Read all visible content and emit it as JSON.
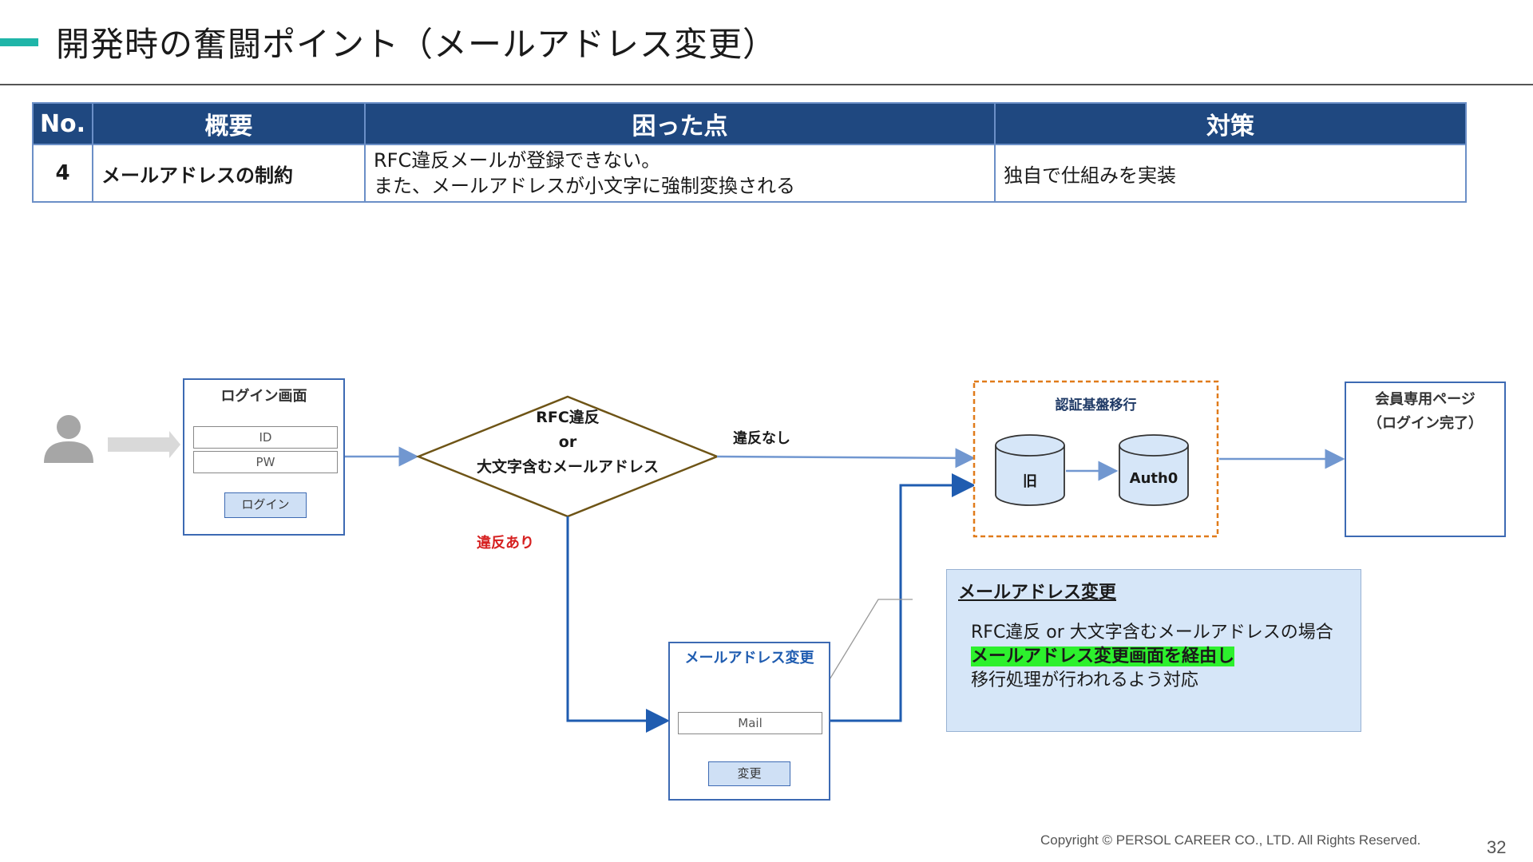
{
  "header": {
    "title": "開発時の奮闘ポイント（メールアドレス変更）"
  },
  "table": {
    "headers": [
      "No.",
      "概要",
      "困った点",
      "対策"
    ],
    "row": {
      "no": "4",
      "summary": "メールアドレスの制約",
      "issue": "RFC違反メールが登録できない。\nまた、メールアドレスが小文字に強制変換される",
      "measure": "独自で仕組みを実装"
    }
  },
  "diagram": {
    "login_screen": {
      "title": "ログイン画面",
      "id_field": "ID",
      "pw_field": "PW",
      "login_button": "ログイン"
    },
    "decision": {
      "line1": "RFC違反",
      "line2": "or",
      "line3": "大文字含むメールアドレス"
    },
    "no_violation_label": "違反なし",
    "violation_label": "違反あり",
    "migration": {
      "title": "認証基盤移行",
      "old_db": "旧",
      "new_db": "Auth0"
    },
    "member_page": {
      "line1": "会員専用ページ",
      "line2": "（ログイン完了）"
    },
    "email_change_screen": {
      "title": "メールアドレス変更",
      "mail_field": "Mail",
      "change_button": "変更"
    },
    "callout": {
      "title": "メールアドレス変更",
      "line1": "RFC違反 or 大文字含むメールアドレスの場合",
      "line2": "メールアドレス変更画面を経由し",
      "line3": "移行処理が行われるよう対応"
    },
    "colors": {
      "arrow_light": "#7197d0",
      "arrow_dark": "#1f5cb0",
      "decision_border": "#6e5416",
      "migration_border": "#e07b1a",
      "violation_text": "#d62020",
      "email_title_text": "#1f5cb0"
    }
  },
  "footer": {
    "copyright": "Copyright © PERSOL CAREER CO., LTD. All Rights Reserved.",
    "page": "32"
  }
}
